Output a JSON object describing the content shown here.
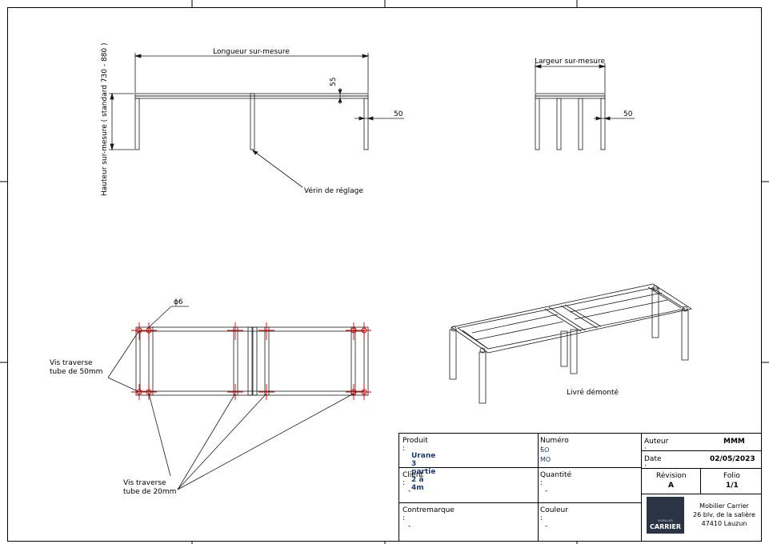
{
  "views": {
    "front": {
      "length_label": "Longueur sur-mesure",
      "height_label": "Hauteur sur-mesure ( standard 730 - 880 )",
      "dim_55": "55",
      "dim_50": "50",
      "jack_label": "Vérin de réglage"
    },
    "side": {
      "width_label": "Largeur sur-mesure",
      "dim_50": "50"
    },
    "top": {
      "diameter_label": "ϕ6",
      "screw_50_line1": "Vis traverse",
      "screw_50_line2": "tube de 50mm",
      "screw_20_line1": "Vis traverse",
      "screw_20_line2": "tube de 20mm"
    },
    "iso": {
      "caption": "Livré démonté"
    }
  },
  "title_block": {
    "produit_label": "Produit :",
    "produit_value": "Urane 3 partie 2 à 4m",
    "numero_label": "Numéro :",
    "numero_so": "SO",
    "numero_mo": "MO",
    "client_label": "Client :",
    "client_value": "-",
    "quantite_label": "Quantité :",
    "quantite_value": "-",
    "contremarque_label": "Contremarque :",
    "contremarque_value": "-",
    "couleur_label": "Couleur :",
    "couleur_value": "-",
    "auteur_label": "Auteur :",
    "auteur_value": "MMM",
    "date_label": "Date :",
    "date_value": "02/05/2023",
    "revision_label": "Révision",
    "revision_value": "A",
    "folio_label": "Folio",
    "folio_value": "1/1",
    "company_name": "Mobilier Carrier",
    "company_address": "26 blv. de la salière",
    "company_city": "47410 Lauzun",
    "logo_small": "MOBILIER",
    "logo_big": "CARRIER"
  },
  "colors": {
    "line": "#1a1a1a",
    "screw_marker": "#d40000",
    "brand": "#2b3444",
    "value_text": "#1f3b73"
  }
}
